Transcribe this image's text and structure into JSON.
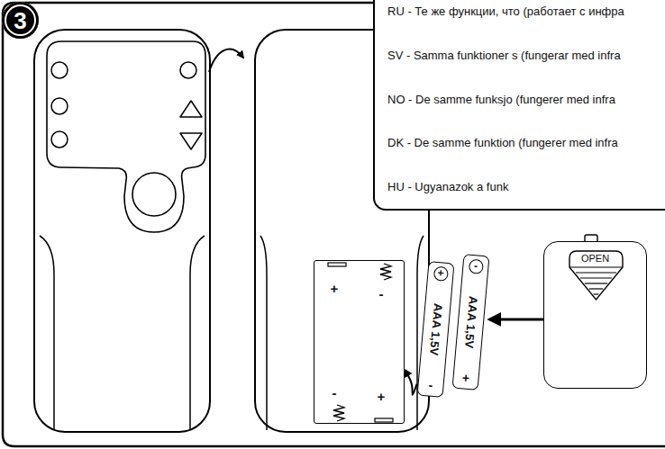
{
  "diagram": {
    "nodes": [
      {
        "text": [
          "3"
        ]
      },
      {
        "text": [
          "RU - Те же функции, что (работает с инфра",
          "SV - Samma funktioner s (fungerar med infra",
          "NO - De samme funksjo (fungerer med infra",
          "DK - De samme funktion (fungerer med infra",
          "HU - Ugyanazok a funk"
        ]
      },
      {
        "text": [
          "+",
          "-",
          "-",
          "+"
        ]
      },
      {
        "text": [
          "+",
          "AAA 1,5V",
          "-"
        ]
      },
      {
        "text": [
          "-",
          "AAA 1,5V",
          "+"
        ]
      },
      {
        "text": [
          "OPEN"
        ]
      }
    ],
    "edges": [
      {
        "from": 5,
        "to": 4,
        "arrow": "to"
      },
      {
        "from": 3,
        "to": 2,
        "arrow": "to"
      }
    ]
  }
}
